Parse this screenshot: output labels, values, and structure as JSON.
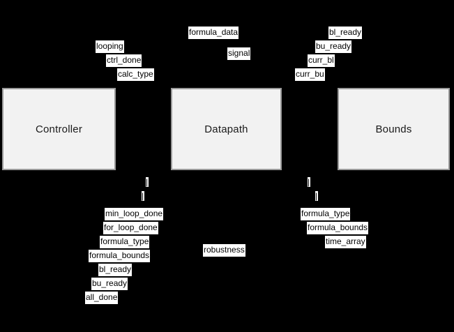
{
  "diagram": {
    "background_color": "#000000",
    "module_fill": "#f2f2f2",
    "module_border": "#9a9a9a",
    "label_fill": "#ffffff",
    "label_text_color": "#000000",
    "modules": [
      {
        "id": "controller",
        "title": "Controller"
      },
      {
        "id": "datapath",
        "title": "Datapath"
      },
      {
        "id": "bounds",
        "title": "Bounds"
      }
    ],
    "labels": {
      "controller_inputs_top": [
        {
          "text": "looping"
        },
        {
          "text": "ctrl_done"
        },
        {
          "text": "calc_type"
        }
      ],
      "datapath_top": [
        {
          "text": "formula_data"
        },
        {
          "text": "signal"
        }
      ],
      "bounds_top": [
        {
          "text": "bl_ready"
        },
        {
          "text": "bu_ready"
        },
        {
          "text": "curr_bl"
        },
        {
          "text": "curr_bu"
        }
      ],
      "controller_outputs_bottom": [
        {
          "text": "min_loop_done"
        },
        {
          "text": "for_loop_done"
        },
        {
          "text": "formula_type"
        },
        {
          "text": "formula_bounds"
        },
        {
          "text": "bl_ready"
        },
        {
          "text": "bu_ready"
        },
        {
          "text": "all_done"
        }
      ],
      "datapath_bottom": [
        {
          "text": "robustness"
        }
      ],
      "bounds_bottom": [
        {
          "text": "formula_type"
        },
        {
          "text": "formula_bounds"
        },
        {
          "text": "time_array"
        }
      ],
      "stubs_left": [
        {
          "text": "|"
        },
        {
          "text": "|"
        }
      ],
      "stubs_right": [
        {
          "text": "|"
        },
        {
          "text": "|"
        }
      ]
    }
  }
}
